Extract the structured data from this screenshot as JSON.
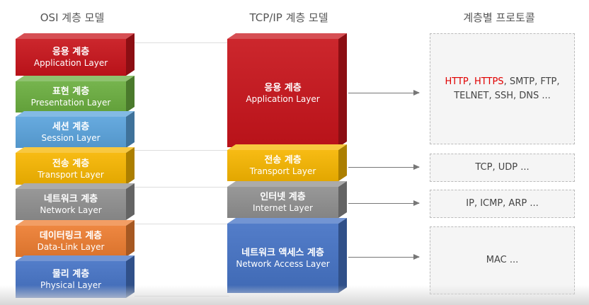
{
  "titles": {
    "osi": "OSI 계층 모델",
    "tcpip": "TCP/IP 계층 모델",
    "protocols": "계층별 프로토콜"
  },
  "osi_layers": [
    {
      "ko": "응용 계층",
      "en": "Application Layer",
      "color": "#c8141b"
    },
    {
      "ko": "표현 계층",
      "en": "Presentation Layer",
      "color": "#6aae3f"
    },
    {
      "ko": "세션 계층",
      "en": "Session Layer",
      "color": "#5aa3dc"
    },
    {
      "ko": "전송 계층",
      "en": "Transport Layer",
      "color": "#f6b500"
    },
    {
      "ko": "네트워크 계층",
      "en": "Network Layer",
      "color": "#8f8f8f"
    },
    {
      "ko": "데이터링크 계층",
      "en": "Data-Link Layer",
      "color": "#ed7d31"
    },
    {
      "ko": "물리 계층",
      "en": "Physical Layer",
      "color": "#4472c4"
    }
  ],
  "tcpip_layers": [
    {
      "ko": "응용 계층",
      "en": "Application Layer",
      "color": "#c8141b"
    },
    {
      "ko": "전송 계층",
      "en": "Transport Layer",
      "color": "#f6b500"
    },
    {
      "ko": "인터넷 계층",
      "en": "Internet Layer",
      "color": "#8f8f8f"
    },
    {
      "ko": "네트워크 액세스 계층",
      "en": "Network Access Layer",
      "color": "#4472c4"
    }
  ],
  "protocols": {
    "application": {
      "http": "HTTP",
      "sep": ", ",
      "https": "HTTPS",
      "rest1": ", SMTP, FTP,",
      "rest2": "TELNET, SSH, DNS ..."
    },
    "transport": "TCP, UDP ...",
    "internet": "IP, ICMP, ARP ...",
    "network_access": "MAC ..."
  },
  "highlight_color": "#e00000"
}
